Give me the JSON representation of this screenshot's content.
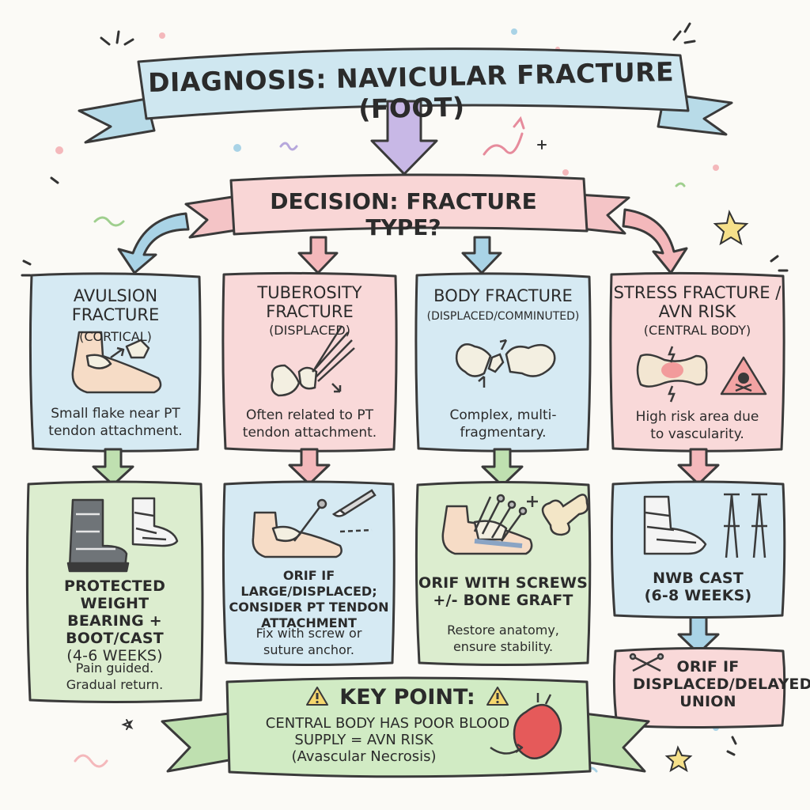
{
  "header": {
    "title": "DIAGNOSIS: NAVICULAR FRACTURE (FOOT)"
  },
  "decision": {
    "title": "DECISION: FRACTURE TYPE?"
  },
  "types": [
    {
      "title_1": "AVULSION FRACTURE",
      "title_2": "",
      "subtitle": "(CORTICAL)",
      "desc_1": "Small flake near PT",
      "desc_2": "tendon attachment."
    },
    {
      "title_1": "TUBEROSITY",
      "title_2": "FRACTURE",
      "subtitle": "(DISPLACED)",
      "desc_1": "Often related to PT",
      "desc_2": "tendon attachment."
    },
    {
      "title_1": "BODY FRACTURE",
      "title_2": "",
      "subtitle": "(DISPLACED/COMMINUTED)",
      "desc_1": "Complex, multi-",
      "desc_2": "fragmentary."
    },
    {
      "title_1": "STRESS FRACTURE /",
      "title_2": "AVN RISK",
      "subtitle": "(CENTRAL BODY)",
      "desc_1": "High risk area due",
      "desc_2": "to vascularity."
    }
  ],
  "treatments": [
    {
      "title_1": "PROTECTED WEIGHT",
      "title_2": "BEARING +",
      "title_3": "BOOT/CAST",
      "title_4": "(4-6 WEEKS)",
      "desc_1": "Pain guided.",
      "desc_2": "Gradual return."
    },
    {
      "title_1": "ORIF IF LARGE/DISPLACED;",
      "title_2": "CONSIDER PT TENDON",
      "title_3": "ATTACHMENT",
      "desc_1": "Fix with screw or",
      "desc_2": "suture anchor."
    },
    {
      "title_1": "ORIF WITH SCREWS",
      "title_2": "+/- BONE GRAFT",
      "desc_1": "Restore anatomy,",
      "desc_2": "ensure stability."
    },
    {
      "title_1": "NWB CAST",
      "title_2": "(6-8 WEEKS)"
    }
  ],
  "followup": {
    "title_1": "ORIF IF",
    "title_2": "DISPLACED/DELAYED",
    "title_3": "UNION"
  },
  "key_point": {
    "title": "KEY POINT:",
    "line_1": "CENTRAL BODY HAS POOR BLOOD",
    "line_2": "SUPPLY = AVN RISK",
    "line_3": "(Avascular Necrosis)"
  },
  "colors": {
    "blue_fill": "#d6eaf3",
    "pink_fill": "#f9d9d9",
    "green_fill": "#dcedcf",
    "outline": "#3a3a3a",
    "arrow_purple": "#c8b8e6",
    "arrow_green": "#bfe0b0",
    "arrow_pink": "#f4b8bb",
    "arrow_blue": "#a9d3e6"
  },
  "icons": [
    "foot-avulsion-icon",
    "tuberosity-bone-icon",
    "fragmented-bone-icon",
    "stress-bone-icon",
    "hazard-skull-icon",
    "walker-boot-icon",
    "cast-icon",
    "orif-foot-screw-icon",
    "scalpel-icon",
    "screws-foot-icon",
    "bone-graft-icon",
    "nwb-cast-icon",
    "crutches-icon",
    "crossed-screws-icon",
    "warning-icon",
    "heart-icon"
  ]
}
